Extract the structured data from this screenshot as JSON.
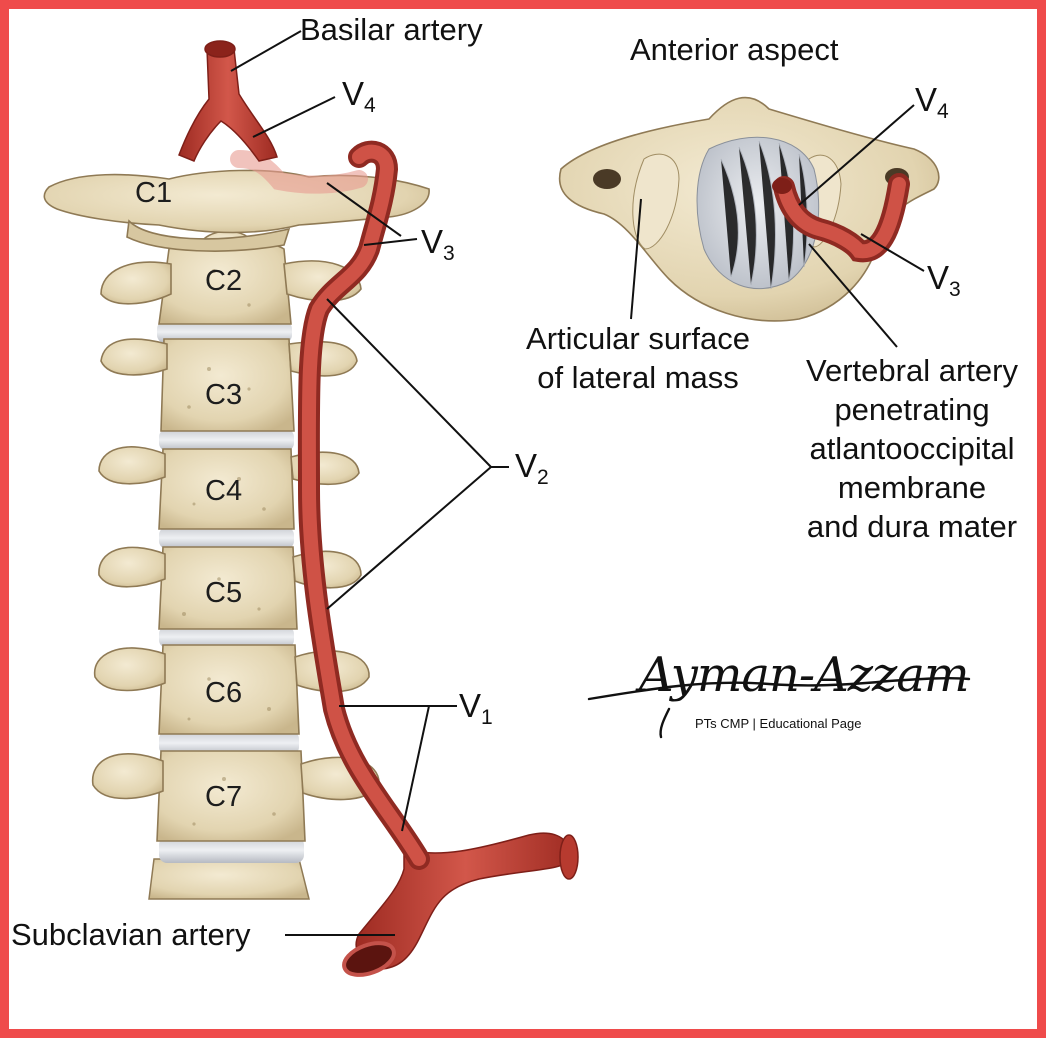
{
  "labels": {
    "basilar_artery": "Basilar artery",
    "subclavian_artery": "Subclavian artery",
    "anterior_aspect": "Anterior aspect",
    "v1": {
      "letter": "V",
      "number": "1"
    },
    "v2": {
      "letter": "V",
      "number": "2"
    },
    "v3": {
      "letter": "V",
      "number": "3"
    },
    "v4": {
      "letter": "V",
      "number": "4"
    },
    "articular_surface": [
      "Articular surface",
      "of lateral mass"
    ],
    "vertebral_artery_penetrating": [
      "Vertebral artery",
      "penetrating",
      "atlantooccipital",
      "membrane",
      "and dura mater"
    ]
  },
  "vertebrae": [
    "C1",
    "C2",
    "C3",
    "C4",
    "C5",
    "C6",
    "C7"
  ],
  "watermark": {
    "name": "Ayman-Azzam",
    "subtitle": "PTs CMP  |  Educational Page"
  },
  "colors": {
    "frame": "#ef4b4b",
    "artery": "#cf5246",
    "bone": "#e2d4b0",
    "disc": "#d8dbe0"
  }
}
